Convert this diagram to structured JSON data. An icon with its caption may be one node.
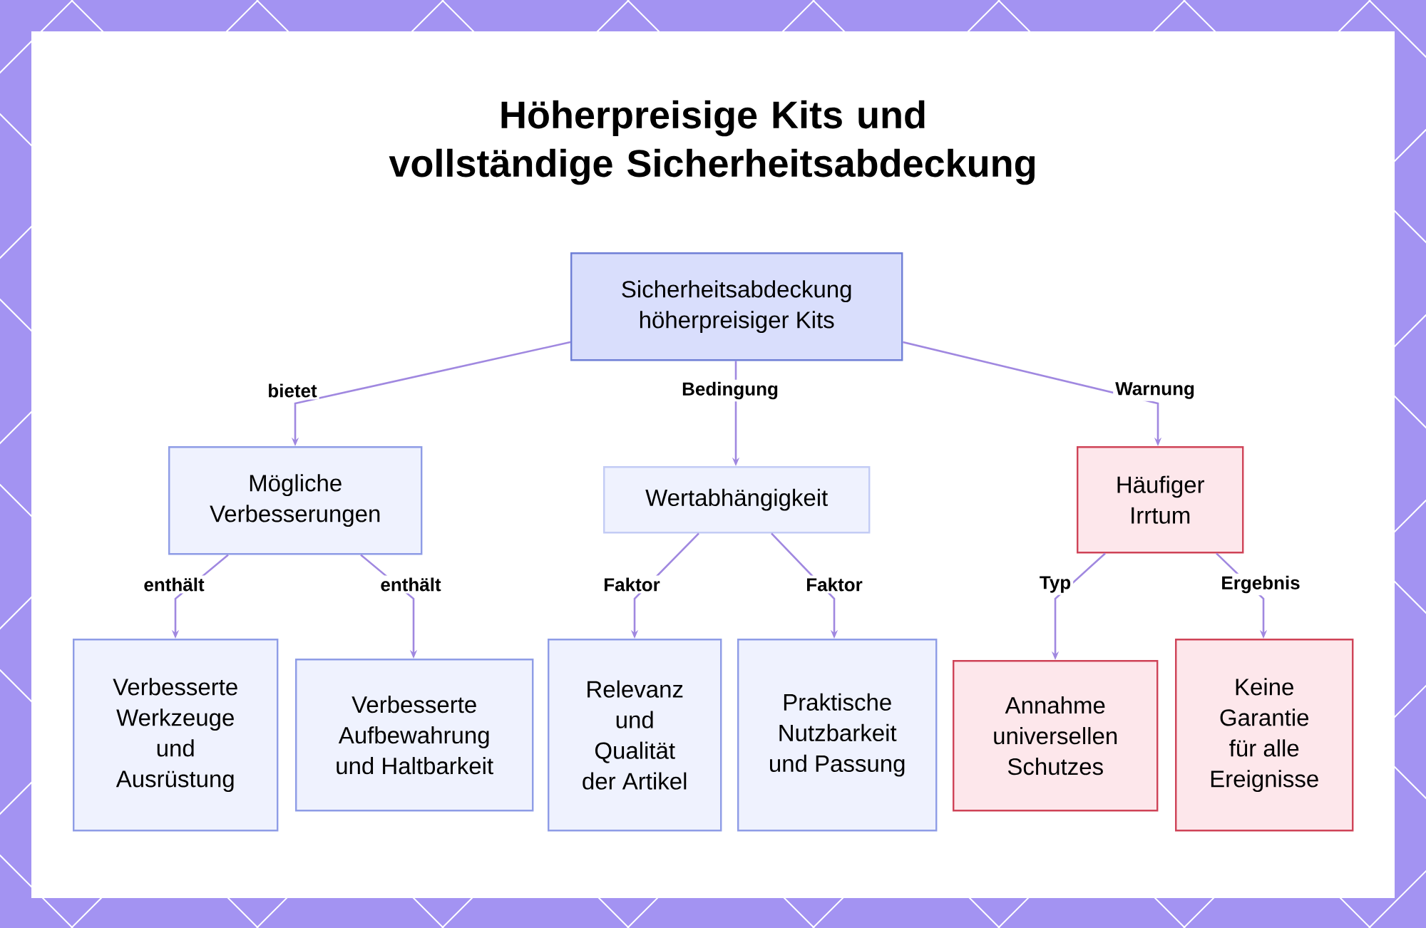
{
  "diagram": {
    "title": "Höherpreisige Kits und vollständige Sicherheitsabdeckung",
    "nodes": [
      {
        "text": [
          "Sicherheitsabdeckung höherpreisiger Kits"
        ]
      },
      {
        "text": [
          "Mögliche Verbesserungen"
        ]
      },
      {
        "text": [
          "Wertabhängigkeit"
        ]
      },
      {
        "text": [
          "Häufiger Irrtum"
        ]
      },
      {
        "text": [
          "Verbesserte Werkzeuge und Ausrüstung"
        ]
      },
      {
        "text": [
          "Verbesserte Aufbewahrung und Haltbarkeit"
        ]
      },
      {
        "text": [
          "Relevanz und Qualität der Artikel"
        ]
      },
      {
        "text": [
          "Praktische Nutzbarkeit und Passung"
        ]
      },
      {
        "text": [
          "Annahme universellen Schutzes"
        ]
      },
      {
        "text": [
          "Keine Garantie für alle Ereignisse"
        ]
      }
    ],
    "edges": [
      {
        "from": 0,
        "to": 1,
        "arrow": "to",
        "label": "bietet"
      },
      {
        "from": 0,
        "to": 2,
        "arrow": "to",
        "label": "Bedingung"
      },
      {
        "from": 0,
        "to": 3,
        "arrow": "to",
        "label": "Warnung"
      },
      {
        "from": 1,
        "to": 4,
        "arrow": "to",
        "label": "enthält"
      },
      {
        "from": 1,
        "to": 5,
        "arrow": "to",
        "label": "enthält"
      },
      {
        "from": 2,
        "to": 6,
        "arrow": "to",
        "label": "Faktor"
      },
      {
        "from": 2,
        "to": 7,
        "arrow": "to",
        "label": "Faktor"
      },
      {
        "from": 3,
        "to": 8,
        "arrow": "to",
        "label": "Typ"
      },
      {
        "from": 3,
        "to": 9,
        "arrow": "to",
        "label": "Ergebnis"
      }
    ]
  }
}
